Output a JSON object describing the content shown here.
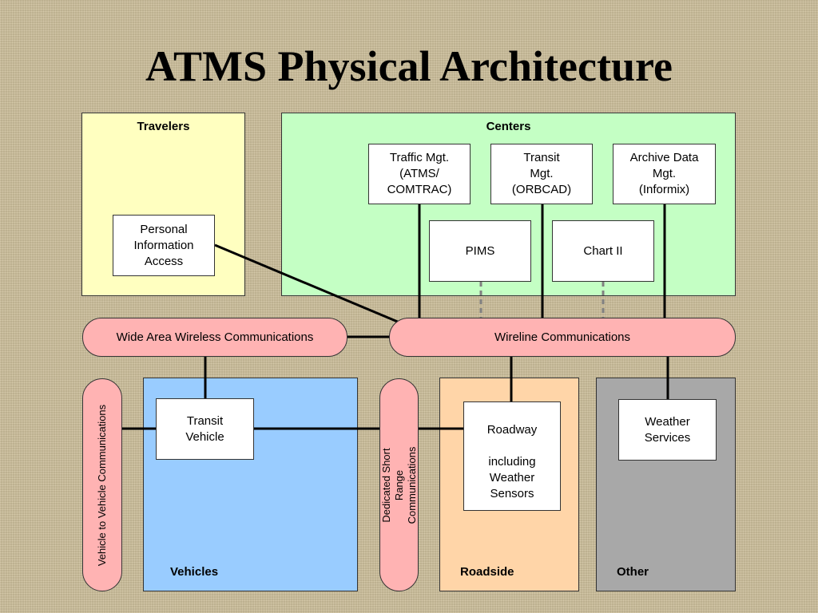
{
  "title": "ATMS Physical Architecture",
  "regions": {
    "travelers": "Travelers",
    "centers": "Centers",
    "vehicles": "Vehicles",
    "roadside": "Roadside",
    "other": "Other"
  },
  "nodes": {
    "personal_info": "Personal\nInformation\nAccess",
    "traffic_mgt": "Traffic Mgt.\n(ATMS/\nCOMTRAC)",
    "transit_mgt": "Transit\nMgt.\n(ORBCAD)",
    "archive": "Archive Data\nMgt.\n(Informix)",
    "pims": "PIMS",
    "chart2": "Chart II",
    "transit_vehicle": "Transit\nVehicle",
    "roadway": "Roadway\n\nincluding\nWeather\nSensors",
    "weather": "Weather\nServices"
  },
  "communications": {
    "wide_area": "Wide Area Wireless Communications",
    "wireline": "Wireline Communications",
    "v2v": "Vehicle to Vehicle Communications",
    "dsrc": "Dedicated Short Range\nCommunications"
  },
  "colors": {
    "travelers_fill": "#ffffc0",
    "centers_fill": "#c4ffc4",
    "vehicles_fill": "#99ccff",
    "roadside_fill": "#ffd5a8",
    "other_fill": "#a8a8a8",
    "comm_fill": "#ffb3b3"
  }
}
